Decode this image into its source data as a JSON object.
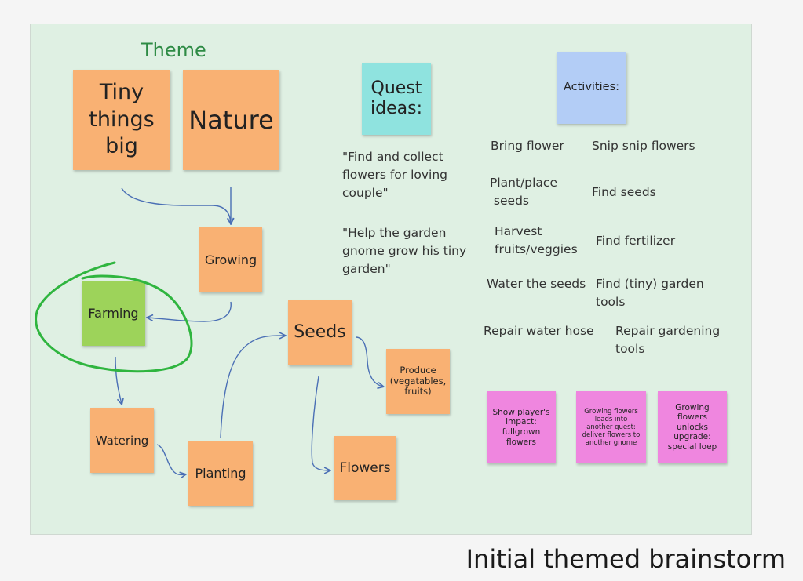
{
  "board": {
    "title": "Theme",
    "caption": "Initial themed brainstorm"
  },
  "notes": {
    "tiny": "Tiny\nthings\nbig",
    "nature": "Nature",
    "growing": "Growing",
    "farming": "Farming",
    "watering": "Watering",
    "planting": "Planting",
    "seeds": "Seeds",
    "produce": "Produce\n(vegatables,\nfruits)",
    "flowers": "Flowers",
    "quest_ideas": "Quest\nideas:",
    "activities": "Activities:",
    "impact": "Show player's\nimpact:\nfullgrown\nflowers",
    "another_quest": "Growing flowers\nleads into\nanother quest:\ndeliver flowers to\nanother gnome",
    "upgrade": "Growing\nflowers\nunlocks\nupgrade:\nspecial loep"
  },
  "quests": [
    "\"Find and collect\nflowers for loving\ncouple\"",
    "\"Help the garden\ngnome grow his tiny\ngarden\""
  ],
  "activities": [
    "Bring flower",
    "Snip snip flowers",
    "Plant/place\n seeds",
    "Find seeds",
    "Harvest\nfruits/veggies",
    "Find fertilizer",
    "Water the seeds",
    "Find (tiny) garden\ntools",
    "Repair water hose",
    "Repair gardening\ntools"
  ],
  "colors": {
    "board": "#dff0e3",
    "orange_note": "#f9b173",
    "green_note": "#9dd35a",
    "cyan_note": "#8fe3df",
    "blue_note": "#b3cdf6",
    "pink_note": "#ef86df",
    "arrow": "#4a6fb5",
    "circle": "#2fb53f",
    "title": "#2e8b45"
  }
}
